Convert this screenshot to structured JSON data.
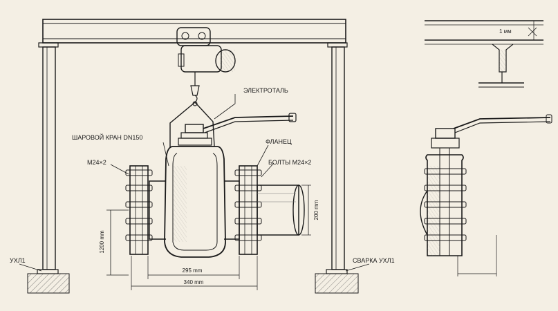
{
  "labels": {
    "hoist": "ЭЛЕКТРОТАЛЬ",
    "ball_valve": "ШАРОВОЙ КРАН DN150",
    "flange": "ФЛАНЕЦ",
    "bolts": "БОЛТЫ М24×2",
    "bolt_left": "М24×2",
    "weld_left": "УХЛ1",
    "weld_right": "СВАРКА УХЛ1"
  },
  "dimensions": {
    "height": "1200 mm",
    "inner_width": "295 mm",
    "outer_width": "340 mm",
    "pipe_diameter": "200 mm",
    "deflection": "1 мм"
  },
  "colors": {
    "paper": "#f4efe4",
    "ink": "#1a1a1a",
    "hatch": "#555555"
  }
}
